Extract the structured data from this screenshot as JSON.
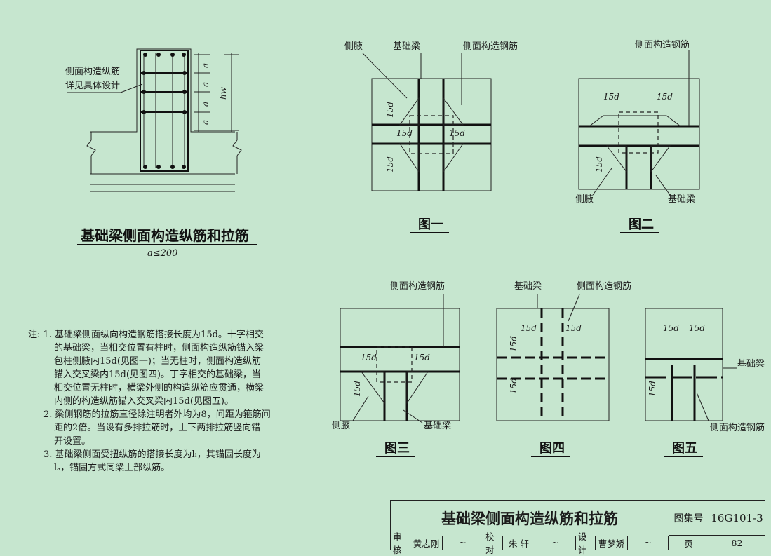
{
  "main_title": "基础梁侧面构造纵筋和拉筋",
  "main_sub": "a≤200",
  "section_labels": {
    "a": "a",
    "hw": "hw",
    "side_bar_note_1": "侧面构造纵筋",
    "side_bar_note_2": "详见具体设计"
  },
  "terms": {
    "haunch": "侧腋",
    "foundation_beam": "基础梁",
    "side_bar": "侧面构造钢筋",
    "len": "15d"
  },
  "figures": [
    "图一",
    "图二",
    "图三",
    "图四",
    "图五"
  ],
  "notes": {
    "n1_a": "注: 1. 基础梁侧面纵向构造钢筋搭接长度为15d。十字相交",
    "n1_b": "的基础梁，当相交位置有柱时，侧面构造纵筋锚入梁",
    "n1_c": "包柱侧腋内15d(见图一)；当无柱时，侧面构造纵筋",
    "n1_d": "锚入交叉梁内15d(见图四)。丁字相交的基础梁，当",
    "n1_e": "相交位置无柱时，横梁外侧的构造纵筋应贯通，横梁",
    "n1_f": "内侧的构造纵筋锚入交叉梁内15d(见图五)。",
    "n2_a": "2. 梁侧钢筋的拉筋直径除注明者外均为8，间距为箍筋间",
    "n2_b": "距的2倍。当设有多排拉筋时，上下两排拉筋竖向错",
    "n2_c": "开设置。",
    "n3_a": "3. 基础梁侧面受扭纵筋的搭接长度为lₗ，其锚固长度为",
    "n3_b": "lₐ，锚固方式同梁上部纵筋。"
  },
  "title_block": {
    "title": "基础梁侧面构造纵筋和拉筋",
    "atlas_label": "图集号",
    "atlas_no": "16G101-3",
    "review_label": "审核",
    "review_name": "黄志刚",
    "check_label": "校对",
    "check_name": "朱  轩",
    "design_label": "设计",
    "design_name": "曹梦娇",
    "page_label": "页",
    "page_no": "82"
  }
}
